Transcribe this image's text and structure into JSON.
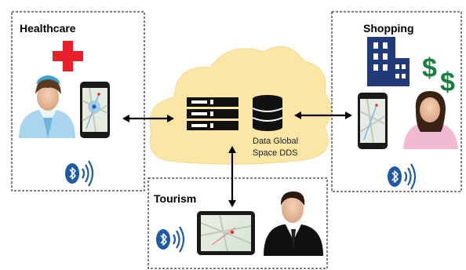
{
  "diagram": {
    "cloud": {
      "label_line1": "Data Global",
      "label_line2": "Space DDS",
      "color": "#FBE6A6"
    },
    "boxes": {
      "healthcare": {
        "label": "Healthcare"
      },
      "shopping": {
        "label": "Shopping"
      },
      "tourism": {
        "label": "Tourism"
      }
    },
    "colors": {
      "red_cross": "#E8202A",
      "bluetooth": "#1F5AA8",
      "dollar": "#16803C",
      "building": "#203A7A",
      "arrow": "#000000"
    },
    "icons": [
      "red-cross-icon",
      "nurse-icon",
      "smartphone-map-icon",
      "bluetooth-icon",
      "server-rack-icon",
      "database-icon",
      "building-icon",
      "dollar-icon",
      "shopper-woman-icon",
      "tablet-map-icon",
      "businessman-icon"
    ]
  }
}
